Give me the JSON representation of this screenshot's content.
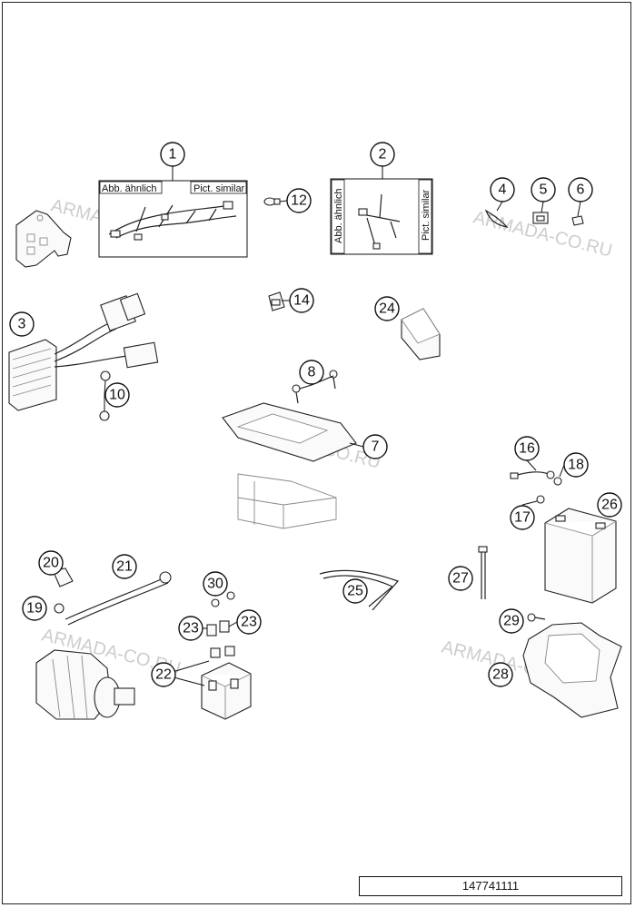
{
  "diagram": {
    "callouts": [
      "1",
      "2",
      "3",
      "4",
      "5",
      "6",
      "7",
      "8",
      "10",
      "12",
      "14",
      "16",
      "17",
      "18",
      "19",
      "20",
      "21",
      "22",
      "23",
      "23",
      "24",
      "25",
      "26",
      "27",
      "28",
      "29",
      "30"
    ],
    "box_labels": {
      "harness_left": "Abb. ähnlich",
      "harness_right": "Pict. similar",
      "box2_left": "Abb. ähnlich",
      "box2_right": "Pict. similar"
    },
    "watermarks": [
      "ARMADA-CO.RU",
      "ARMADA-CO.RU",
      "ARMADA-CO.RU",
      "ARMADA-CO.RU",
      "ARMADA-CO.RU"
    ]
  },
  "footer": {
    "part_number": "147741111"
  }
}
